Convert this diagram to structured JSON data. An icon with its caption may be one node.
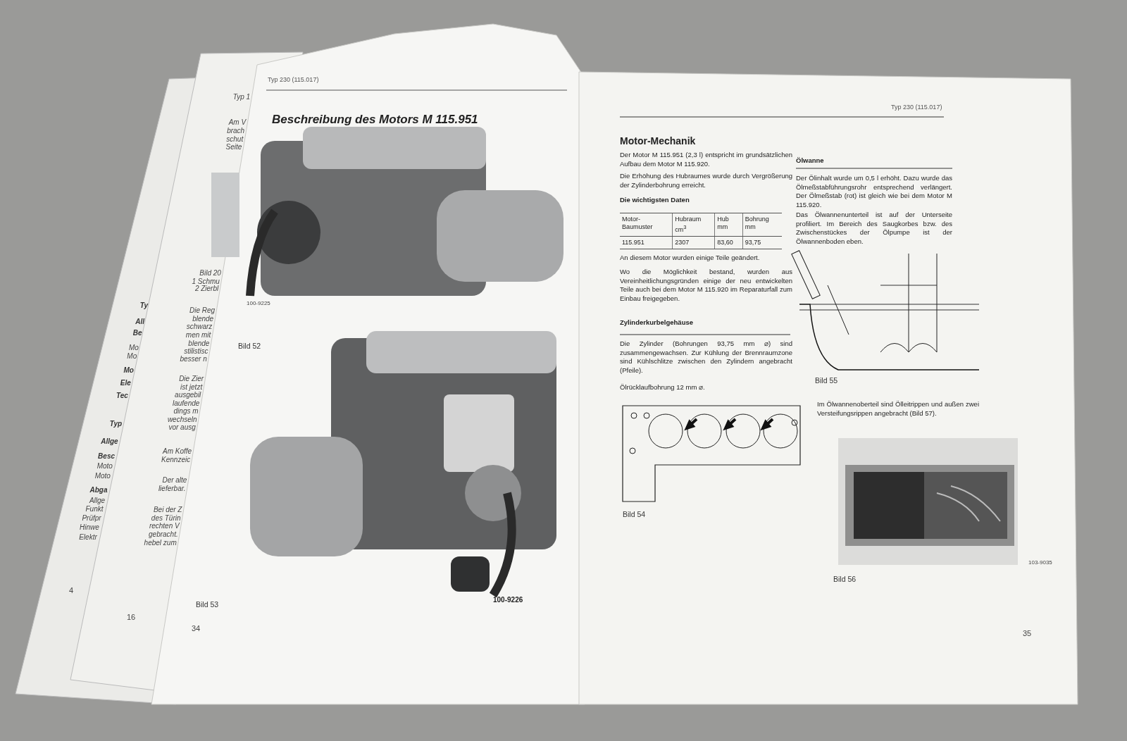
{
  "diagram": {
    "labels": [
      "Ty",
      "All",
      "Be",
      "Mo",
      "Mo",
      "Mo",
      "Ele",
      "Tec",
      "Typ",
      "Allge",
      "Besc",
      "Moto",
      "Moto",
      "Abga",
      "Allge",
      "Funkt",
      "Prüfpr",
      "Hinwe",
      "Elektr",
      "4",
      "Typ 1",
      "Am V",
      "brach",
      "schut",
      "Seite",
      "Bild 20",
      "1 Schmu",
      "2 Zierbl",
      "Die Reg",
      "blende",
      "schwarz",
      "men mit",
      "blende",
      "stilistisc",
      "besser n",
      "Die Zier",
      "ist jetzt",
      "ausgebil",
      "laufende",
      "dings m",
      "wechseln",
      "vor ausg",
      "Am Koffe",
      "Kennzeic",
      "Der alte",
      "lieferbar.",
      "Bei der Z",
      "des Türin",
      "rechten V",
      "gebracht.",
      "hebel zum",
      "16",
      "Typ 230 (115.017)",
      "Beschreibung des Motors M 115.951",
      "100-9225",
      "Bild 52",
      "100-9226",
      "Bild 53",
      "34",
      "Typ 230 (115.017)",
      "Motor-Mechanik",
      "Der Motor M 115.951 (2,3 l) entspricht im grundsätzlichen Aufbau dem Motor M 115.920.",
      "Die Erhöhung des Hubraumes wurde durch Vergrößerung der Zylinderbohrung erreicht.",
      "Die wichtigsten Daten",
      "Motor- Baumuster",
      "Hubraum cm$^{3}$",
      "Hub mm",
      "Bohrung mm",
      "115.951",
      "2307",
      "83,60",
      "93,75",
      "An diesem Motor wurden einige Teile geändert.",
      "Wo die Möglichkeit bestand, wurden aus Vereinheitlichungsgründen einige der neu entwickelten Teile auch bei dem Motor M 115.920 im Reparaturfall zum Einbau freigegeben.",
      "Zylinderkurbelgehäuse",
      "Die Zylinder (Bohrungen 93,75 mm ⌀) sind zusammengewachsen. Zur Kühlung der Brennraumzone sind Kühlschlitze zwischen den Zylindern angebracht (Pfeile).",
      "Ölrücklaufbohrung 12 mm ⌀.",
      "Bild 54",
      "Ölwanne",
      "Der Ölinhalt wurde um 0,5 l erhöht. Dazu wurde das Ölmeßstabführungsrohr entsprechend verlängert. Der Ölmeßstab (rot) ist gleich wie bei dem Motor M 115.920.",
      "Das Ölwannenunterteil ist auf der Unterseite profiliert. Im Bereich des Saugkorbes bzw. des Zwischenstückes der Ölpumpe ist der Ölwannenboden eben.",
      "Bild 55",
      "Im Ölwannenoberteil sind Ölleitrippen und außen zwei Versteifungsrippen angebracht (Bild 57).",
      "103-9035",
      "Bild 56",
      "35"
    ]
  }
}
